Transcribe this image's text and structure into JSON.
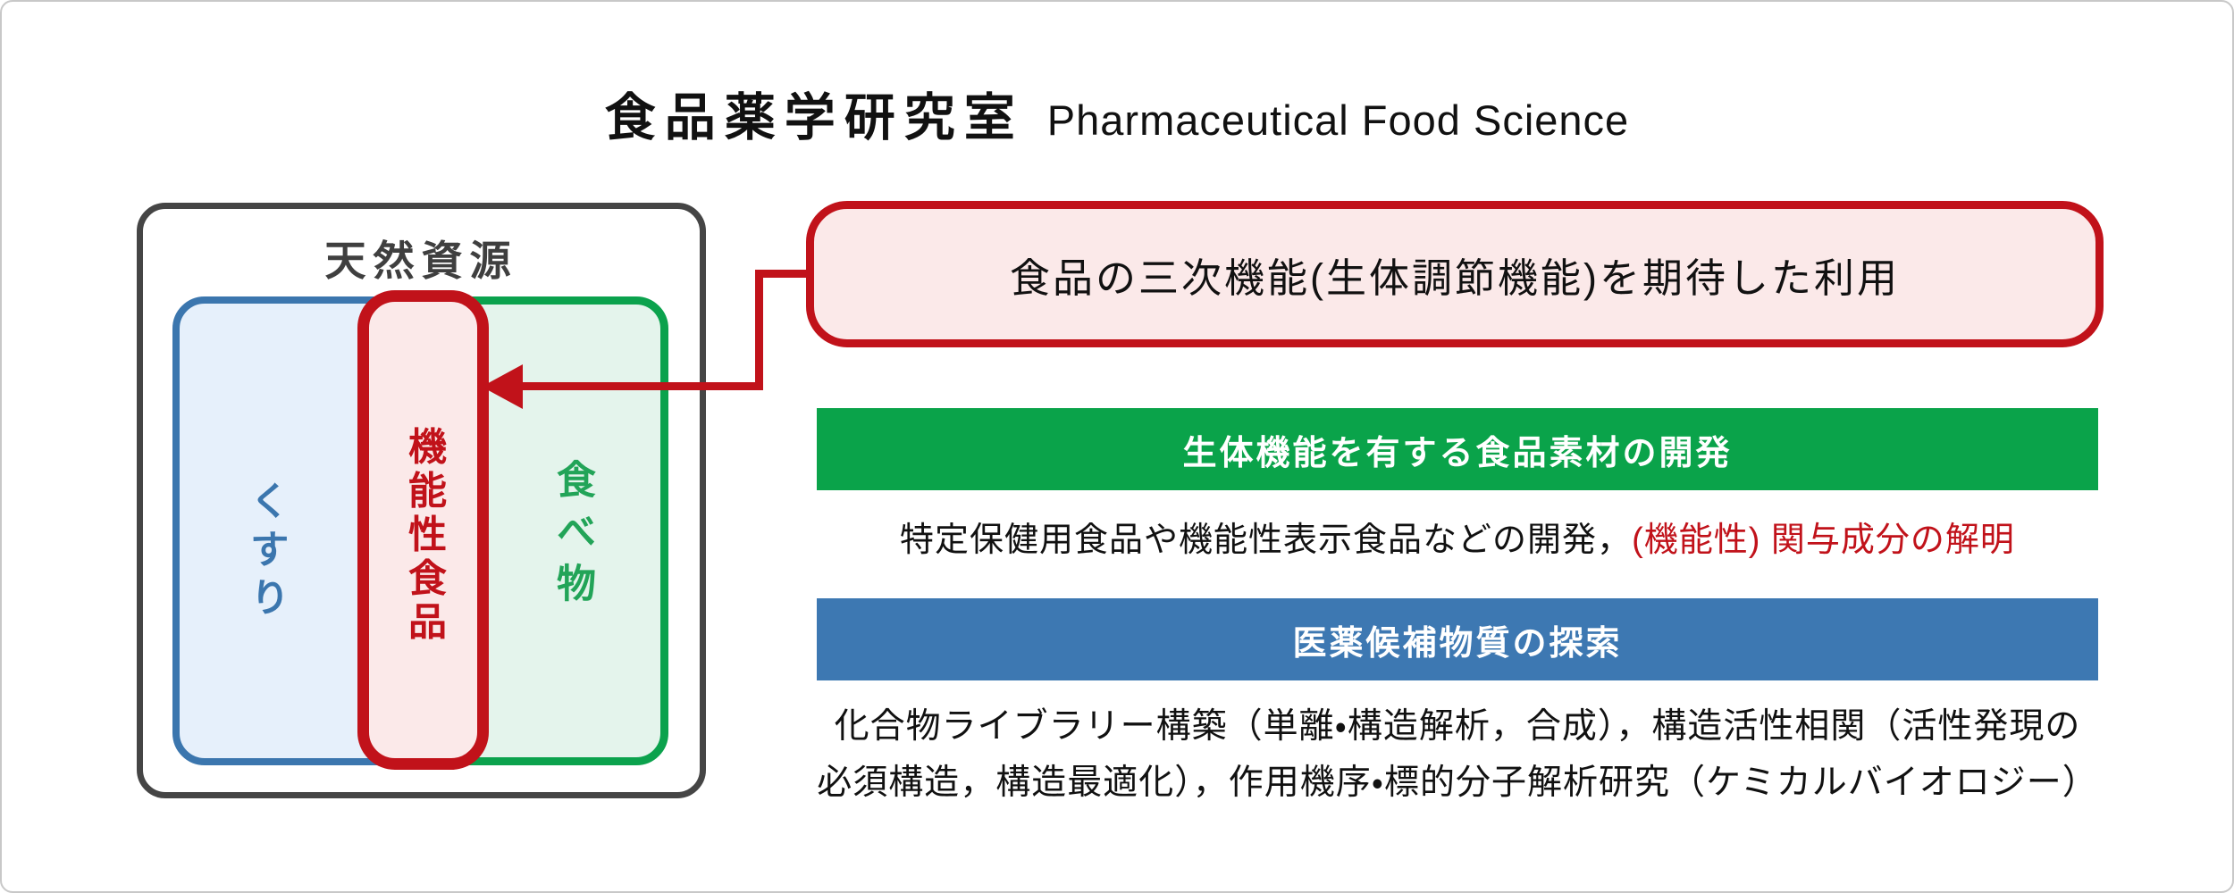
{
  "header": {
    "title_ja": "食品薬学研究室",
    "title_en": "Pharmaceutical Food Science"
  },
  "venn": {
    "label": "天然資源",
    "medicine": "くすり",
    "functional_food": "機能性食品",
    "food": "食べ物"
  },
  "callout": {
    "text": "食品の三次機能(生体調節機能)を期待した利用"
  },
  "sections": [
    {
      "banner": "生体機能を有する食品素材の開発",
      "body_black": "特定保健用食品や機能性表示食品などの開発，",
      "body_red": "(機能性) 関与成分の解明"
    },
    {
      "banner": "医薬候補物質の探索",
      "lines": [
        "化合物ライブラリー構築（単離・構造解析，合成），構造活性相関（活性発現の",
        "必須構造，構造最適化），作用機序・標的分子解析研究（ケミカルバイオロジー）"
      ]
    }
  ],
  "colors": {
    "red": "#c1121a",
    "pink": "#fbe9e9",
    "blue_border": "#3b76ae",
    "blue_fill": "#e6f0fb",
    "green_border": "#0ba24d",
    "green_fill": "#e4f4ec",
    "green_text": "#22a458",
    "banner_green": "#0aa34a",
    "banner_blue": "#3d78b2",
    "outline": "#454545",
    "label_gray": "#3f3f3f",
    "text": "#111111",
    "frame": "#c8c8c8"
  }
}
